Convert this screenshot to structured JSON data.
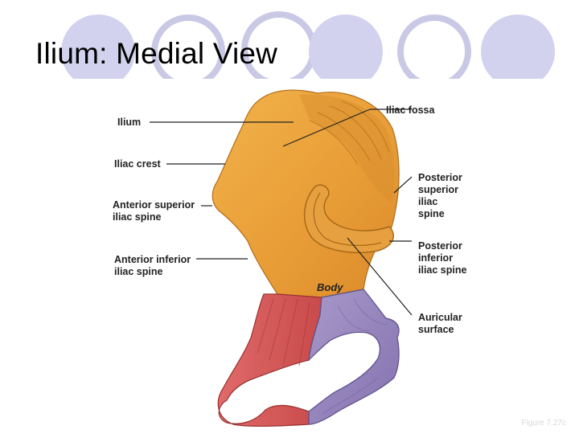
{
  "slide": {
    "title": "Ilium: Medial View",
    "figure_caption": "Figure 7.27c"
  },
  "theme": {
    "circle_fill": "#d2d2ee",
    "circle_ring": "#c9c9e6",
    "ilium_color": "#eba23a",
    "ischium_color": "#d96060",
    "pubis_color": "#9c8cc2"
  },
  "labels": {
    "ilium": "Ilium",
    "iliac_fossa": "Iliac fossa",
    "iliac_crest": "Iliac crest",
    "asis": "Anterior superior\niliac spine",
    "psis": "Posterior\nsuperior\niliac\nspine",
    "aiis": "Anterior inferior\niliac spine",
    "piis": "Posterior\ninferior\niliac spine",
    "body": "Body",
    "auricular": "Auricular\nsurface"
  }
}
